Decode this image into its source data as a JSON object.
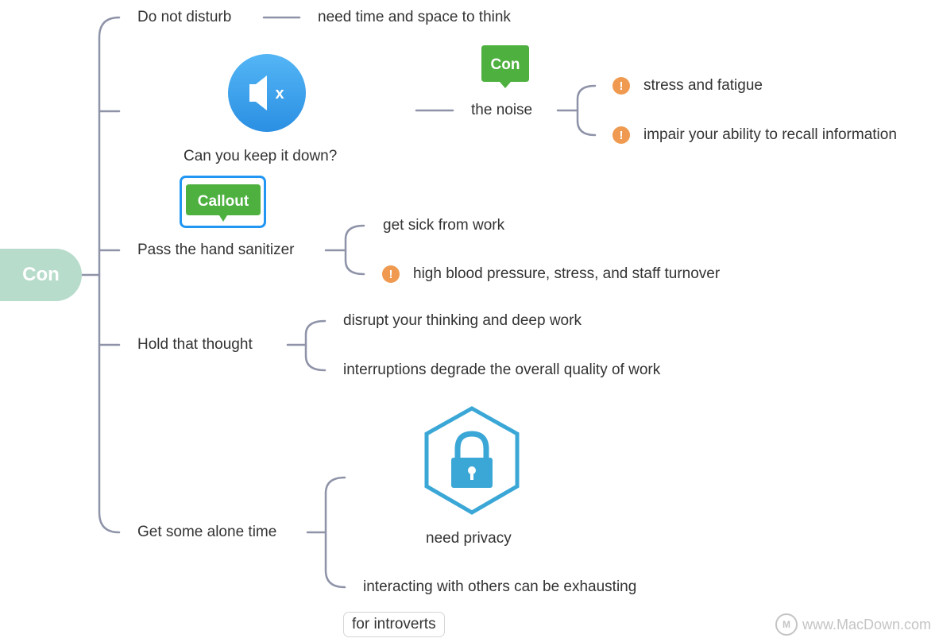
{
  "root": {
    "label": "Con"
  },
  "branches": {
    "disturb": {
      "label": "Do not disturb",
      "children": [
        "need time and space to think"
      ]
    },
    "noise": {
      "label": "Can you keep it down?",
      "icon": "muted-speaker-icon",
      "topic": "the noise",
      "marker": "Con",
      "children": [
        "stress and fatigue",
        "impair your ability to recall information"
      ]
    },
    "sanitizer": {
      "label": "Pass the hand sanitizer",
      "callout": "Callout",
      "children": [
        "get sick from work",
        "high blood pressure, stress, and staff turnover"
      ]
    },
    "thought": {
      "label": "Hold that thought",
      "children": [
        "disrupt your thinking and deep work",
        "interruptions degrade the overall quality of work"
      ]
    },
    "alone": {
      "label": "Get some alone time",
      "icon": "padlock-icon",
      "children": [
        "need privacy",
        "interacting with others can be exhausting"
      ],
      "tag": "for introverts"
    }
  },
  "colors": {
    "root_fill": "#b7dccb",
    "line": "#8e93a8",
    "speaker_circle": "#3fa5ec",
    "marker_green": "#4db03f",
    "callout_border": "#2196f3",
    "lock_blue": "#3aa7d6",
    "warning_orange": "#ef9a50"
  },
  "watermark": "www.MacDown.com"
}
